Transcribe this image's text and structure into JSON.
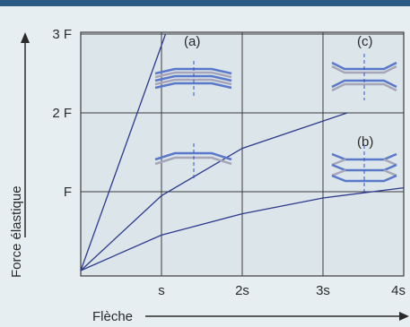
{
  "colors": {
    "background": "#e6eef2",
    "plot_background": "#dbe5ea",
    "grid": "#3c3c3c",
    "curve": "#2d3a8c",
    "spring_blue": "#5a78c8",
    "spring_gray": "#a6a6b8",
    "centerline": "#3355cc",
    "top_band": "#2c5a85"
  },
  "chart_data": {
    "type": "line",
    "xlabel": "Flèche",
    "ylabel": "Force élastique",
    "x_ticks": [
      "s",
      "2s",
      "3s",
      "4s"
    ],
    "y_ticks": [
      "F",
      "2 F",
      "3 F"
    ],
    "xlim": [
      0,
      4
    ],
    "ylim": [
      0,
      3
    ],
    "grid": true,
    "series": [
      {
        "x": [
          0,
          1.05
        ],
        "y": [
          0,
          3.0
        ]
      },
      {
        "x": [
          0,
          1,
          2,
          3.3
        ],
        "y": [
          0,
          0.95,
          1.55,
          2.0
        ]
      },
      {
        "x": [
          0,
          1,
          2,
          3,
          4
        ],
        "y": [
          0,
          0.45,
          0.72,
          0.92,
          1.05
        ]
      }
    ],
    "panel_labels": [
      "(a)",
      "(b)",
      "(c)"
    ]
  }
}
